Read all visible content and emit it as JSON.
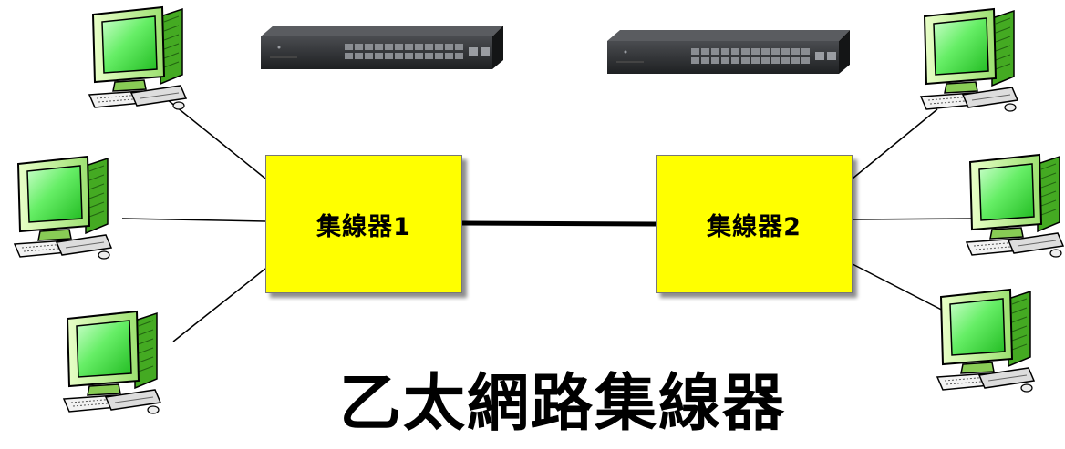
{
  "hub1": {
    "label": "集線器1"
  },
  "hub2": {
    "label": "集線器2"
  },
  "title": "乙太網路集線器",
  "colors": {
    "hub_fill": "#ffff00",
    "screen_green": "#66ee66",
    "monitor_frame": "#b8f080",
    "switch_body": "#303236"
  },
  "icons": {
    "computer": "desktop-computer-icon",
    "switch": "network-switch-icon"
  }
}
